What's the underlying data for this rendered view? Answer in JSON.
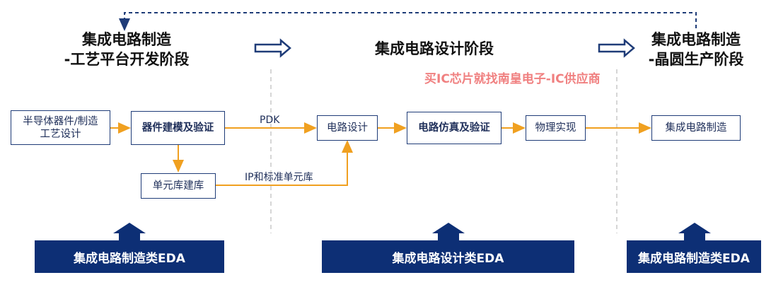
{
  "stages": {
    "left": {
      "line1": "集成电路制造",
      "line2": "-工艺平台开发阶段"
    },
    "middle": {
      "line1": "集成电路设计阶段"
    },
    "right": {
      "line1": "集成电路制造",
      "line2": "-晶圆生产阶段"
    }
  },
  "watermark": "买IC芯片就找南皇电子-IC供应商",
  "nodes": {
    "semiconductor_process": "半导体器件/制造\n工艺设计",
    "device_modeling": "器件建模及验证",
    "cell_library": "单元库建库",
    "circuit_design": "电路设计",
    "circuit_simulation": "电路仿真及验证",
    "physical_impl": "物理实现",
    "ic_manufacturing": "集成电路制造"
  },
  "edge_labels": {
    "pdk": "PDK",
    "ip_cell_lib": "IP和标准单元库"
  },
  "eda": {
    "left": "集成电路制造类EDA",
    "middle": "集成电路设计类EDA",
    "right": "集成电路制造类EDA"
  },
  "colors": {
    "arrow_orange": "#f0a020",
    "navy": "#0d2f75",
    "watermark": "#f08080"
  }
}
